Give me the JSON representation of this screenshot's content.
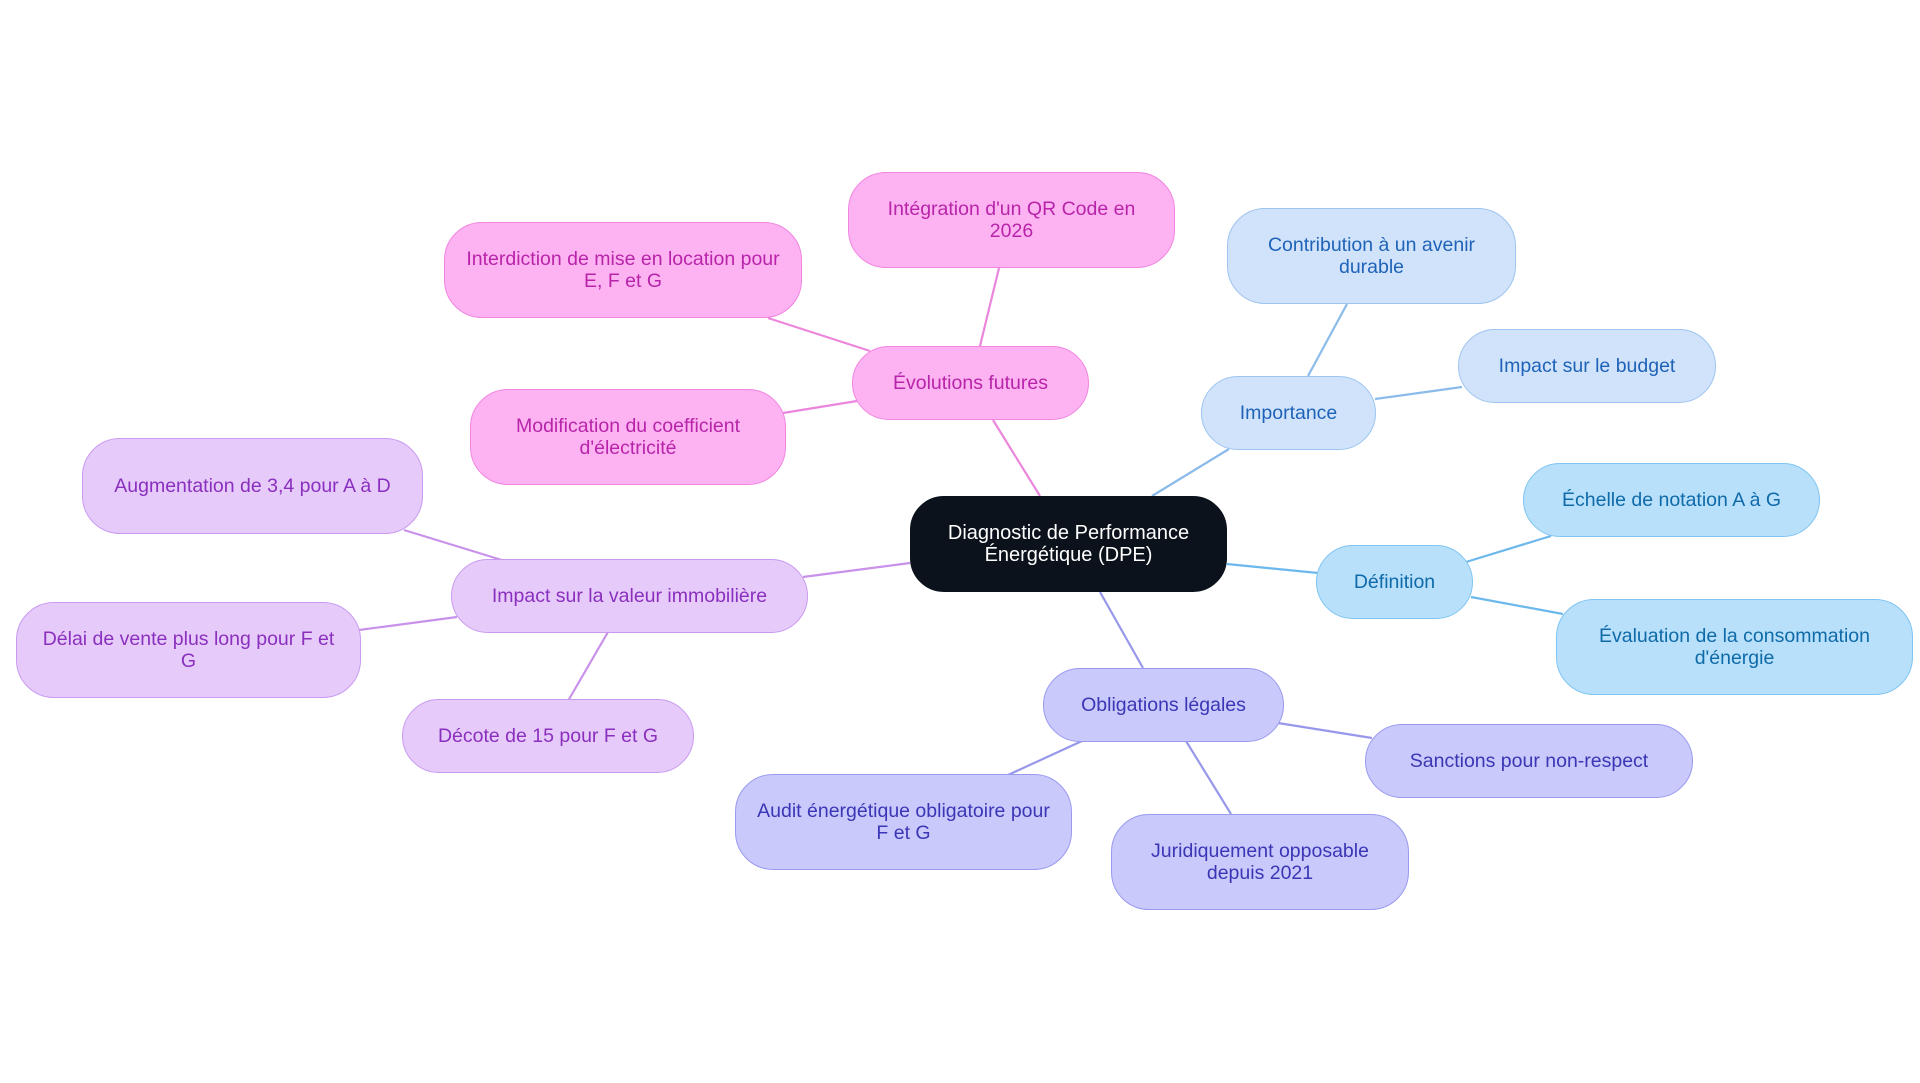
{
  "mindmap": {
    "root": {
      "label": "Diagnostic de Performance Énergétique (DPE)"
    },
    "branches": [
      {
        "label": "Importance",
        "children": [
          "Contribution à un avenir durable",
          "Impact sur le budget"
        ]
      },
      {
        "label": "Définition",
        "children": [
          "Échelle de notation A à G",
          "Évaluation de la consommation d'énergie"
        ]
      },
      {
        "label": "Obligations légales",
        "children": [
          "Sanctions pour non-respect",
          "Juridiquement opposable depuis 2021",
          "Audit énergétique obligatoire pour F et G"
        ]
      },
      {
        "label": "Impact sur la valeur immobilière",
        "children": [
          "Augmentation de 3,4 pour A à D",
          "Délai de vente plus long pour F et G",
          "Décote de 15 pour F et G"
        ]
      },
      {
        "label": "Évolutions futures",
        "children": [
          "Intégration d'un QR Code en 2026",
          "Interdiction de mise en location pour E, F et G",
          "Modification du coefficient d'électricité"
        ]
      }
    ]
  },
  "colors": {
    "root": {
      "fill": "#0b121b",
      "border": "#0b121b",
      "text": "#ffffff"
    },
    "importance": {
      "fill": "#d0e3fb",
      "border": "#9ec4f0",
      "text": "#1f63b8",
      "edge": "#8bbbea"
    },
    "definition": {
      "fill": "#b8e0fb",
      "border": "#7fc4f2",
      "text": "#0f6aa8",
      "edge": "#6cb8ec"
    },
    "obligations": {
      "fill": "#c9c9fb",
      "border": "#9a9af0",
      "text": "#3a36b5",
      "edge": "#9898eb"
    },
    "impact": {
      "fill": "#e6cbfa",
      "border": "#c99af0",
      "text": "#8a2fbe",
      "edge": "#c891ea"
    },
    "evolutions": {
      "fill": "#fdb3f2",
      "border": "#f285e0",
      "text": "#b824a9",
      "edge": "#ec86dc"
    }
  }
}
